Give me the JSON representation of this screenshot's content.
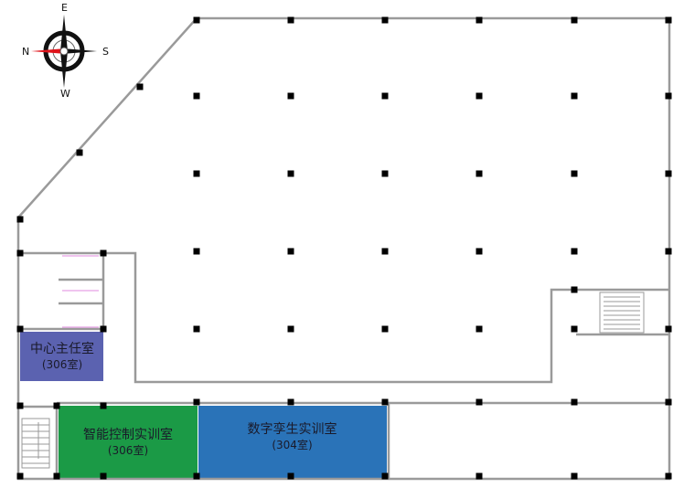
{
  "compass": {
    "north": "N",
    "south": "S",
    "east": "E",
    "west": "W"
  },
  "rooms": [
    {
      "name": "中心主任室",
      "number": "(306室)",
      "color": "#5b62b0"
    },
    {
      "name": "智能控制实训室",
      "number": "(306室)",
      "color": "#1b9a46"
    },
    {
      "name": "数字孪生实训室",
      "number": "(304室)",
      "color": "#2a73b8"
    }
  ],
  "colors": {
    "wall": "#9a9a9a",
    "column": "#000000",
    "needle": "#e0141b"
  }
}
